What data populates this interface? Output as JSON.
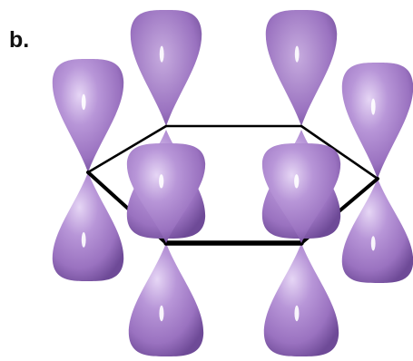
{
  "figure": {
    "panel_label": "b.",
    "molecule": "benzene",
    "orbital": "p-orbital",
    "atom_count": 6
  },
  "colors": {
    "lobe_base": "#9a72c0",
    "lobe_light": "#e6d6f5",
    "lobe_dark": "#5e3d86",
    "bond": "#000000",
    "background": "#ffffff"
  }
}
